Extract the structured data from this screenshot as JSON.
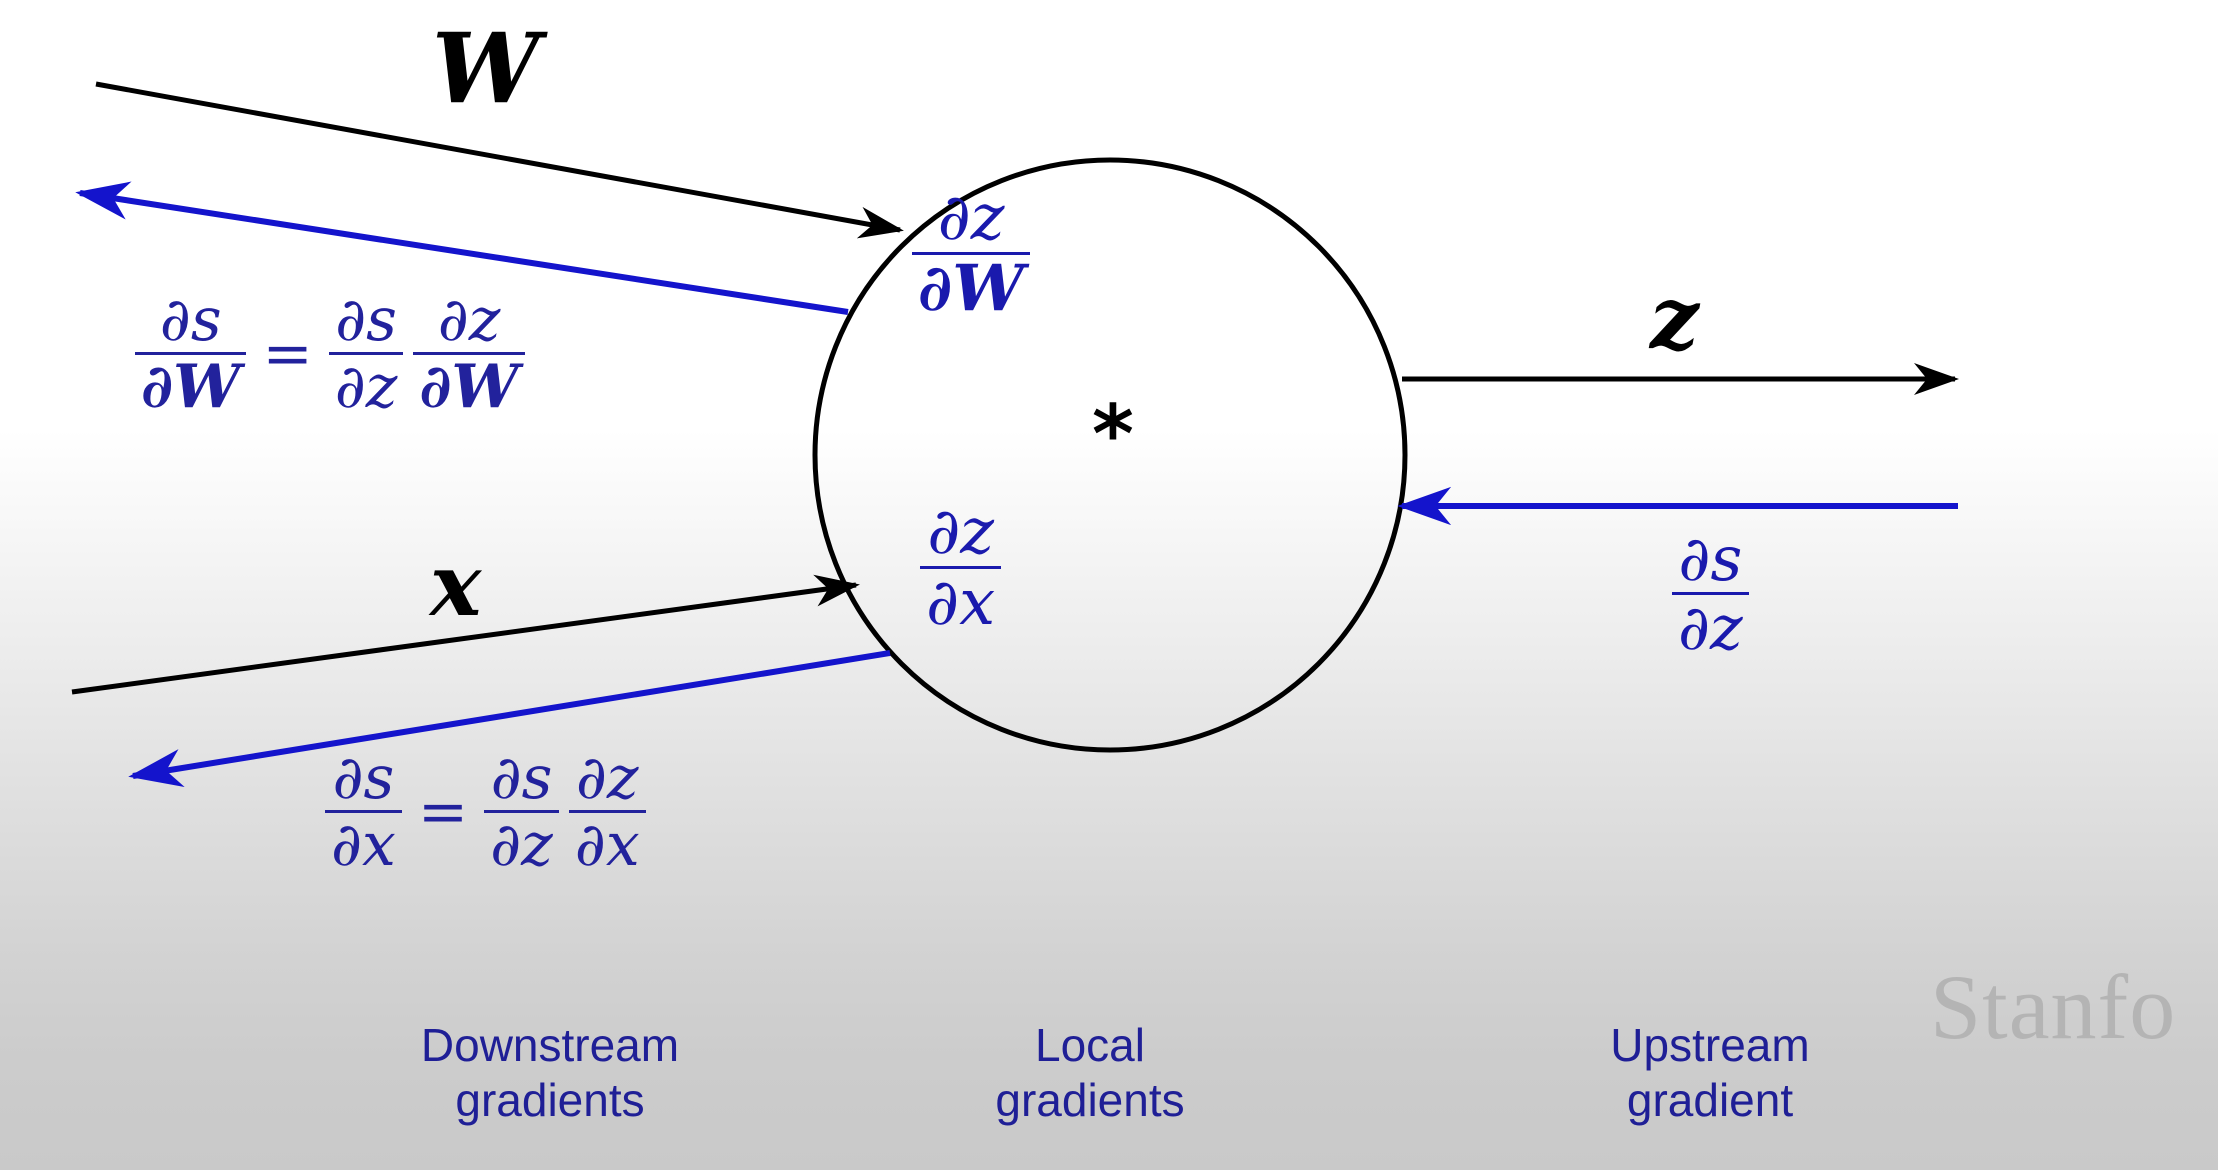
{
  "diagram": {
    "type": "computational-graph-backpropagation",
    "gate": {
      "operator": "*",
      "operator_name": "multiply-gate"
    },
    "inputs": {
      "top_edge_label": "W",
      "bottom_edge_label": "x"
    },
    "output": {
      "edge_label": "z"
    },
    "local_gradients": [
      {
        "numerator": "∂z",
        "denominator": "∂W",
        "denominator_bold": true
      },
      {
        "numerator": "∂z",
        "denominator": "∂x",
        "denominator_bold": false
      }
    ],
    "upstream_gradient": {
      "numerator": "∂s",
      "denominator": "∂z"
    },
    "downstream_gradients": [
      {
        "lhs": {
          "numerator": "∂s",
          "denominator": "∂W",
          "denominator_bold": true
        },
        "equals": "=",
        "rhs": [
          {
            "numerator": "∂s",
            "denominator": "∂z",
            "denominator_bold": false
          },
          {
            "numerator": "∂z",
            "denominator": "∂W",
            "denominator_bold": true
          }
        ]
      },
      {
        "lhs": {
          "numerator": "∂s",
          "denominator": "∂x",
          "denominator_bold": false
        },
        "equals": "=",
        "rhs": [
          {
            "numerator": "∂s",
            "denominator": "∂z",
            "denominator_bold": false
          },
          {
            "numerator": "∂z",
            "denominator": "∂x",
            "denominator_bold": false
          }
        ]
      }
    ],
    "captions": [
      {
        "line1": "Downstream",
        "line2": "gradients"
      },
      {
        "line1": "Local",
        "line2": "gradients"
      },
      {
        "line1": "Upstream",
        "line2": "gradient"
      }
    ],
    "watermark": "Stanfo"
  },
  "colors": {
    "forward_arrow": "#000000",
    "backward_arrow": "#1414cc",
    "equation_blue": "#22229c",
    "local_gradient_blue": "#1a1aad",
    "caption_blue": "#1f1f96",
    "node_outline": "#000000",
    "watermark_gray": "#b0b0b0",
    "background_top": "#ffffff",
    "background_bottom": "#c9c9c9"
  }
}
